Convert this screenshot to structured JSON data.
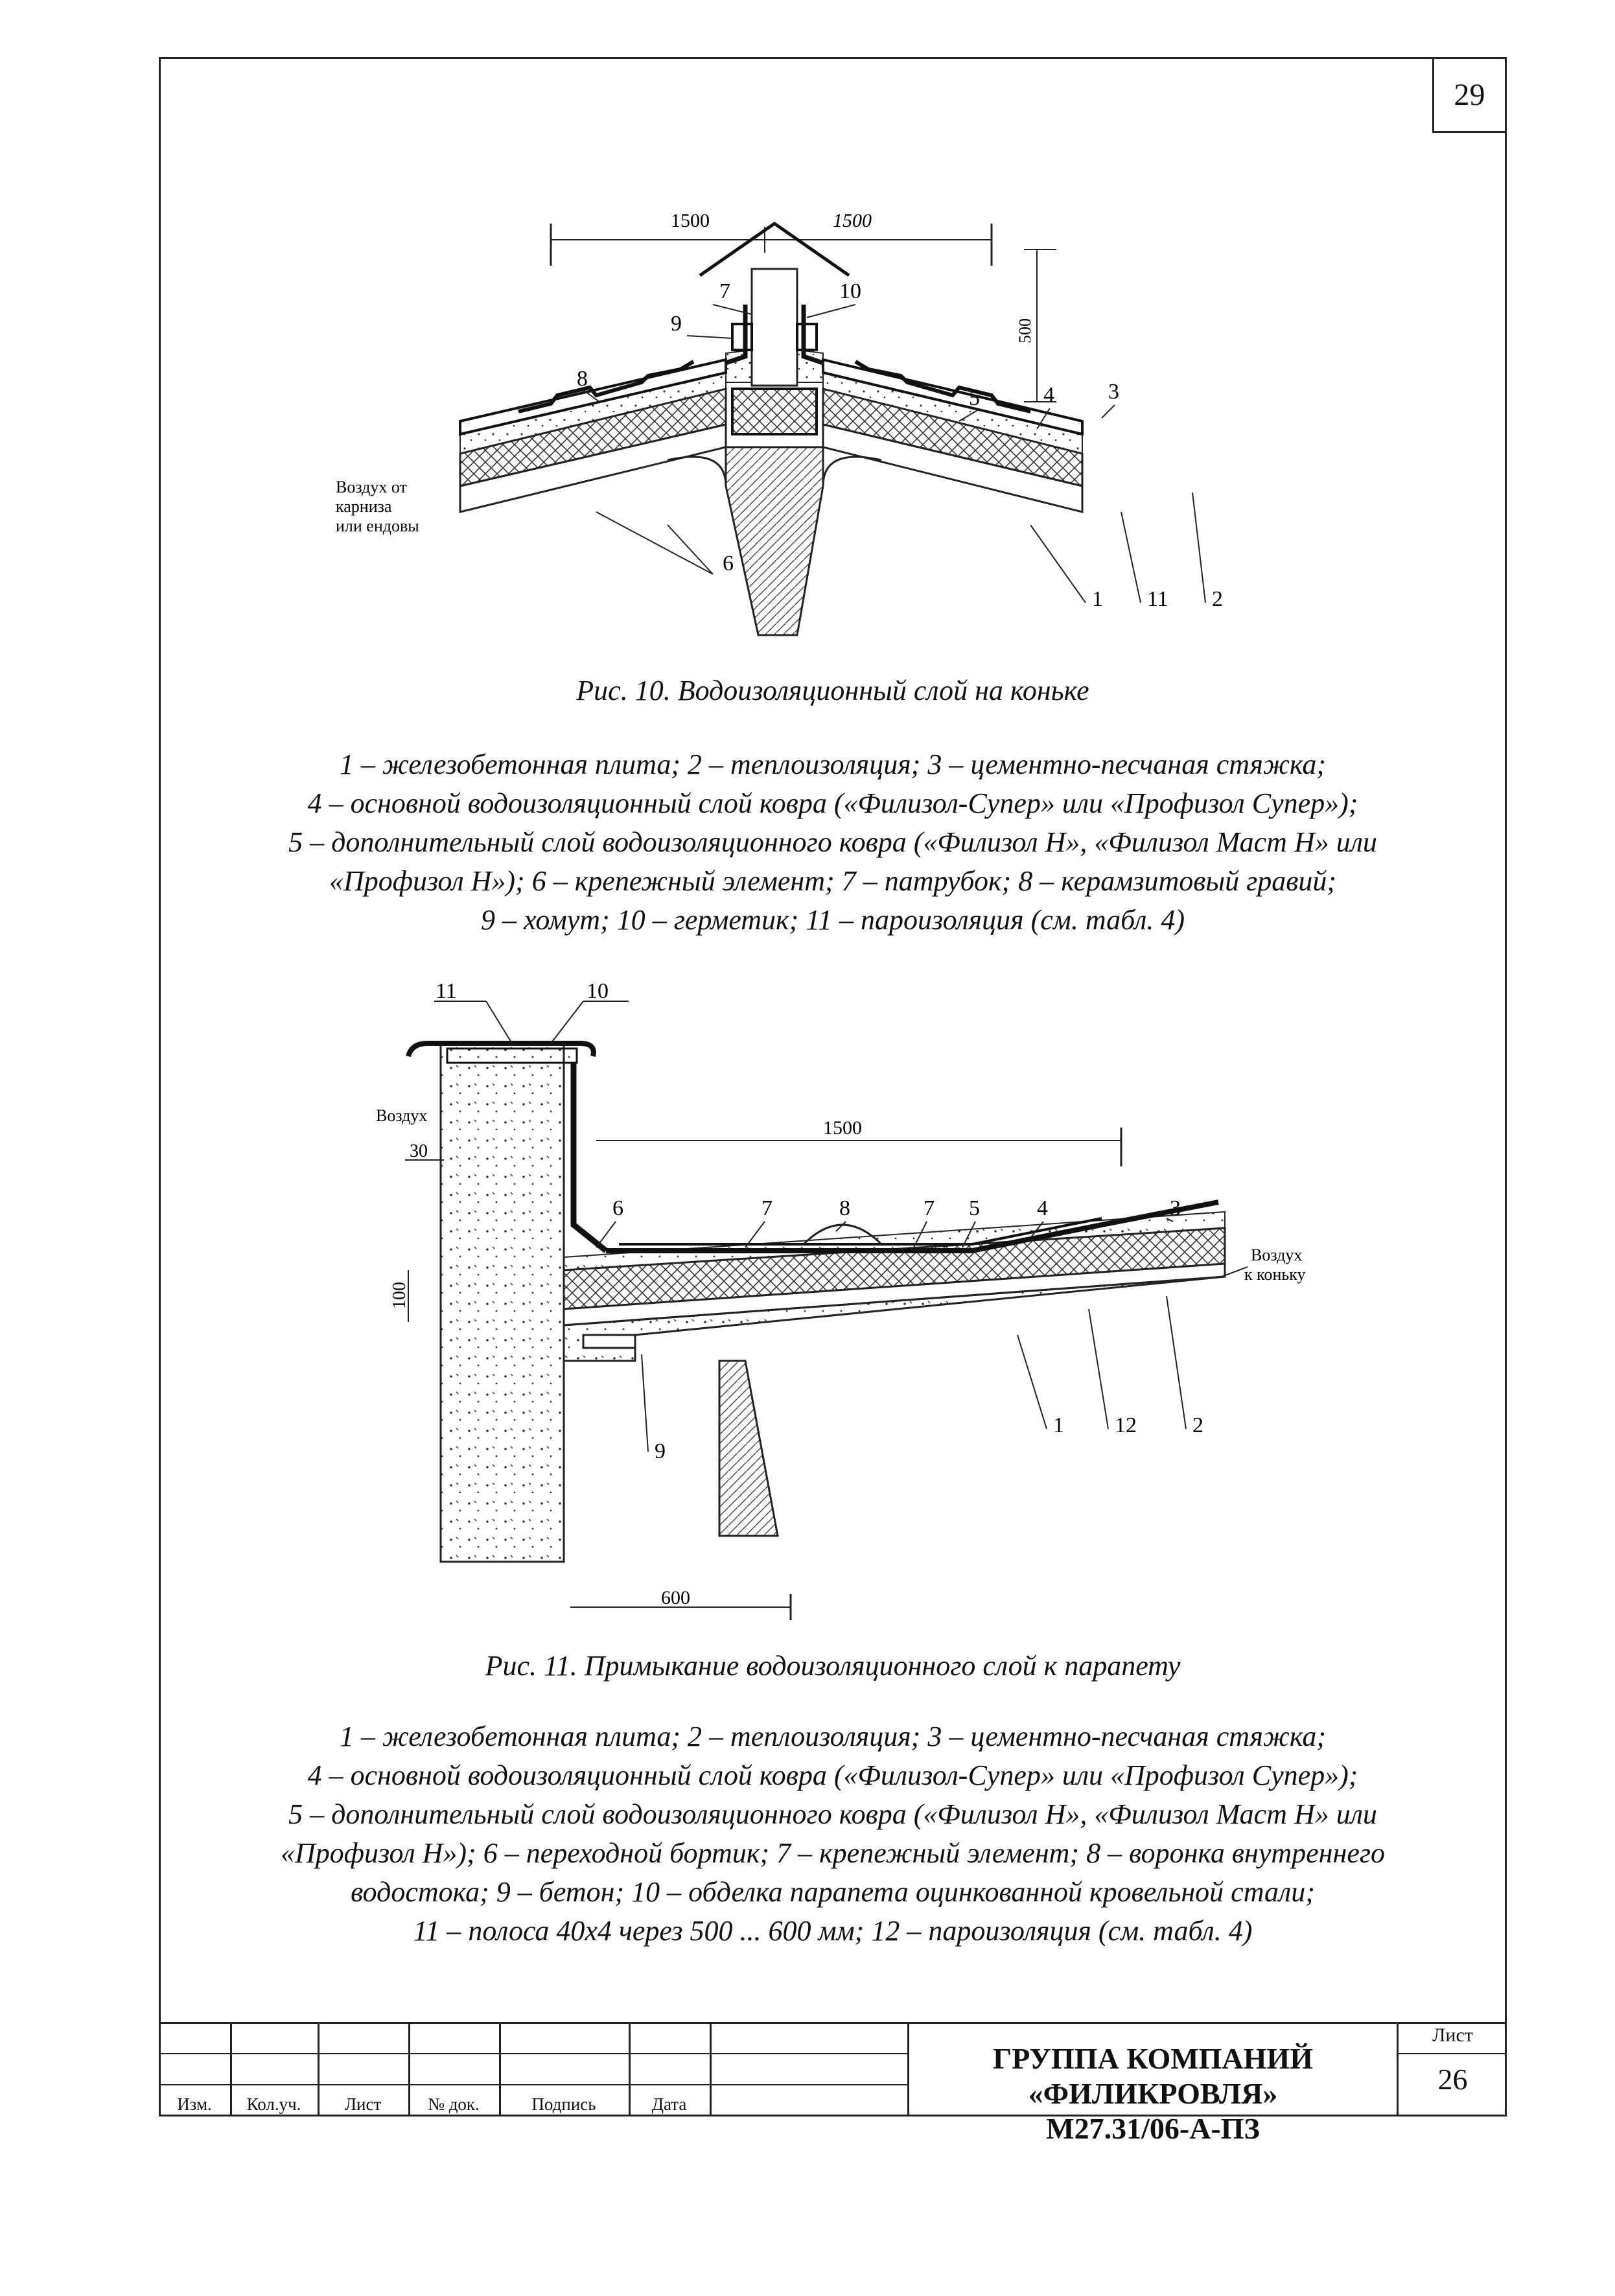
{
  "page": {
    "corner_number": "29"
  },
  "figure10": {
    "dims": {
      "left_width": "1500",
      "right_width": "1500",
      "height": "500"
    },
    "labels": [
      "7",
      "10",
      "9",
      "8",
      "5",
      "4",
      "3",
      "6",
      "1",
      "11",
      "2"
    ],
    "air_note": [
      "Воздух от",
      "карниза",
      "или ендовы"
    ],
    "caption": "Рис. 10. Водоизоляционный слой на коньке",
    "legend": [
      "1 – железобетонная плита; 2 – теплоизоляция; 3 – цементно-песчаная стяжка;",
      "4 – основной водоизоляционный слой ковра («Филизол-Супер» или «Профизол Супер»);",
      "5 – дополнительный слой водоизоляционного ковра («Филизол Н», «Филизол Маст Н» или",
      "«Профизол Н»); 6 – крепежный элемент; 7 – патрубок; 8 – керамзитовый гравий;",
      "9 – хомут; 10 – герметик; 11 – пароизоляция (см. табл. 4)"
    ]
  },
  "figure11": {
    "dims": {
      "width_top": "1500",
      "width_bottom": "600",
      "gap": "30",
      "height": "100"
    },
    "labels": [
      "11",
      "10",
      "6",
      "7",
      "8",
      "7",
      "5",
      "4",
      "3",
      "9",
      "1",
      "12",
      "2"
    ],
    "air_left": "Воздух",
    "air_right": [
      "Воздух",
      "к коньку"
    ],
    "caption": "Рис. 11. Примыкание водоизоляционного слой к парапету",
    "legend": [
      "1 – железобетонная плита; 2 – теплоизоляция; 3 – цементно-песчаная стяжка;",
      "4 – основной водоизоляционный слой ковра («Филизол-Супер» или «Профизол Супер»);",
      "5 – дополнительный слой водоизоляционного ковра («Филизол Н», «Филизол Маст Н» или",
      "«Профизол Н»); 6 – переходной бортик; 7 – крепежный элемент; 8 – воронка внутреннего",
      "водостока; 9 – бетон; 10 – обделка парапета оцинкованной кровельной стали;",
      "11 – полоса 40х4 через 500 ... 600 мм; 12 – пароизоляция (см. табл. 4)"
    ]
  },
  "stamp": {
    "columns": [
      "Изм.",
      "Кол.уч.",
      "Лист",
      "№ док.",
      "Подпись",
      "Дата"
    ],
    "company": "ГРУППА КОМПАНИЙ «ФИЛИКРОВЛЯ»",
    "code": "М27.31/06-А-ПЗ",
    "sheet_label": "Лист",
    "sheet_number": "26"
  }
}
